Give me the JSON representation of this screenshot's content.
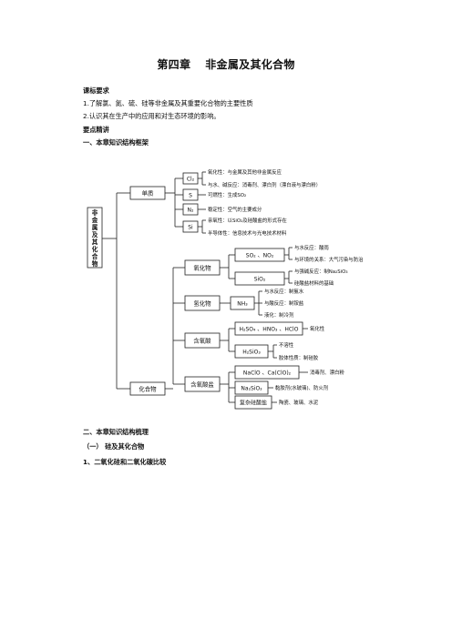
{
  "title": {
    "chapter": "第四章",
    "name": "非金属及其化合物"
  },
  "requirements": {
    "heading": "课标要求",
    "items": [
      "1.了解氯、氮、硫、硅等非金属及其重要化合物的主要性质",
      "2.认识其在生产中的应用和对生态环境的影响。"
    ]
  },
  "summary_heading": "要点精讲",
  "section1": "一、本章知识结构框架",
  "diagram": {
    "root": "非金属及其化合物",
    "simple": {
      "label": "单质",
      "items": [
        {
          "box": "Cl₂",
          "lines": [
            "氧化性：与金属及其他非金属反应",
            "与水、碱反应：消毒剂、漂白剂（漂白液与漂白粉）"
          ]
        },
        {
          "box": "S",
          "lines": [
            "可燃性：生成SO₂"
          ]
        },
        {
          "box": "N₂",
          "lines": [
            "稳定性：空气的主要成分"
          ]
        },
        {
          "box": "Si",
          "lines": [
            "亲氧性：以SiO₂及硅酸盐的形式存在",
            "半导体性：信息技术与光电技术材料"
          ]
        }
      ]
    },
    "compound": {
      "label": "化合物",
      "groups": [
        {
          "label": "氧化物",
          "items": [
            {
              "box": "SO₂ 、NO₂",
              "lines": [
                "与水反应：酸雨",
                "与环境的关系：大气污染与防治"
              ]
            },
            {
              "box": "SiO₂",
              "lines": [
                "与强碱反应：制Na₂SiO₃",
                "硅酸盐材料的基础"
              ]
            }
          ]
        },
        {
          "label": "氢化物",
          "items": [
            {
              "box": "NH₃",
              "lines": [
                "与水反应：制氨水",
                "与酸反应：制铵盐",
                "液化：制冷剂"
              ]
            }
          ]
        },
        {
          "label": "含氧酸",
          "items": [
            {
              "box": "H₂SO₄ 、HNO₃ 、HClO",
              "lines": [
                "氧化性"
              ]
            },
            {
              "box": "H₂SiO₃",
              "lines": [
                "不溶性",
                "胶体性质：制硅胶"
              ]
            }
          ]
        },
        {
          "label": "含氧酸盐",
          "items": [
            {
              "box": "NaClO 、Ca(ClO)₂",
              "lines": [
                "消毒剂、漂白粉"
              ]
            },
            {
              "box": "Na₂SiO₃",
              "lines": [
                "黏胶剂(水玻璃)、防火剂"
              ]
            },
            {
              "box": "复杂硅酸盐",
              "lines": [
                "陶瓷、玻璃、水泥"
              ]
            }
          ]
        }
      ]
    }
  },
  "section2": "二、本章知识结构梳理",
  "subsection1": "（一）  硅及其化合物",
  "item1": "1、二氧化硅和二氧化碳比较"
}
